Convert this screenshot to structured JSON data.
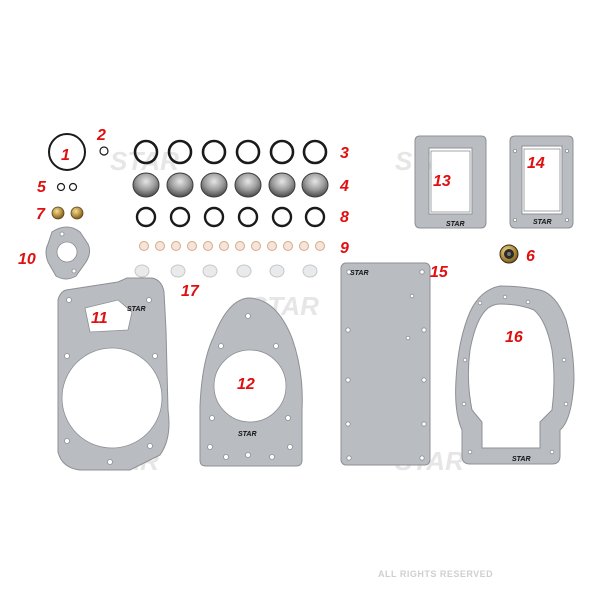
{
  "watermark": {
    "brand": "STAR"
  },
  "copyright": "ALL RIGHTS RESERVED",
  "gasket_brand": "STAR",
  "part_numbers": {
    "p1": "1",
    "p2": "2",
    "p3": "3",
    "p4": "4",
    "p5": "5",
    "p6": "6",
    "p7": "7",
    "p8": "8",
    "p9": "9",
    "p10": "10",
    "p11": "11",
    "p12": "12",
    "p13": "13",
    "p14": "14",
    "p15": "15",
    "p16": "16",
    "p17": "17"
  },
  "colors": {
    "part_number": "#e01010",
    "gasket": "#b9bcc0",
    "oring": "#1a1a1a",
    "copper_washer": "#f6e4d8",
    "brass_plug": "#b08a3a",
    "watermark": "#e6e6e6"
  }
}
